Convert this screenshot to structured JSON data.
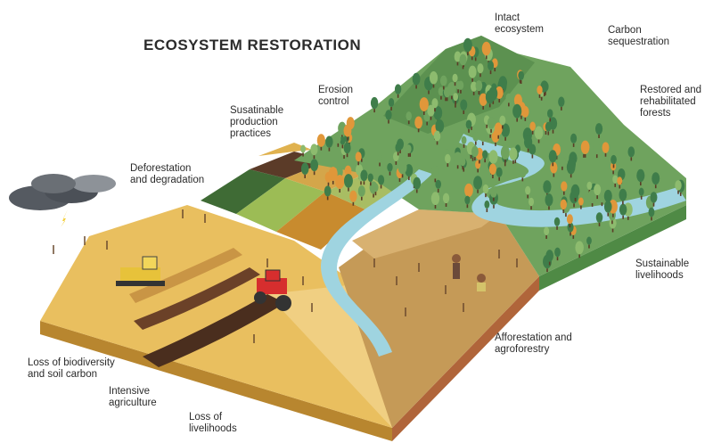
{
  "title": "ECOSYSTEM RESTORATION",
  "labels": {
    "intact_ecosystem": "Intact\necosystem",
    "carbon_sequestration": "Carbon\nsequestration",
    "erosion_control": "Erosion\ncontrol",
    "restored_forests": "Restored and\nrehabilitated\nforests",
    "sustainable_production": "Susatinable\nproduction\npractices",
    "deforestation": "Deforestation\nand degradation",
    "sustainable_livelihoods": "Sustainable\nlivelihoods",
    "afforestation": "Afforestation and\nagroforestry",
    "loss_biodiversity": "Loss of biodiversity\nand soil carbon",
    "intensive_agriculture": "Intensive\nagriculture",
    "loss_livelihoods": "Loss of\nlivelihoods"
  },
  "colors": {
    "forest_dark": "#3f7d4a",
    "forest_mid": "#6fa35e",
    "forest_light": "#8dbb6e",
    "tree_orange": "#e0973a",
    "river": "#9fd4e0",
    "degraded_soil": "#e9bf5f",
    "tilled_soil": "#4a2e1e",
    "agro_field": "#c59a57",
    "slab_edge": "#b8862f",
    "cloud": "#555a61"
  }
}
